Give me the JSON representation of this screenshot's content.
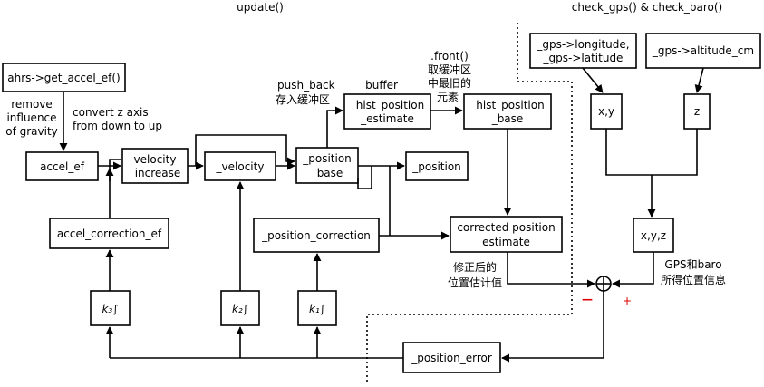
{
  "headings": {
    "update": "update()",
    "check": "check_gps() & check_baro()"
  },
  "boxes": {
    "ahrs": "ahrs->get_accel_ef()",
    "accel_ef": "accel_ef",
    "velocity_increase": [
      "velocity",
      "_increase"
    ],
    "velocity": "_velocity",
    "position_base": [
      "_position",
      "_base"
    ],
    "position": "_position",
    "hist_estimate": [
      "_hist_position",
      "_estimate"
    ],
    "hist_base": [
      "_hist_position",
      "_base"
    ],
    "accel_correction": "accel_correction_ef",
    "position_correction": "_position_correction",
    "corrected": [
      "corrected position",
      "estimate"
    ],
    "k3": "k₃∫",
    "k2": "k₂∫",
    "k1": "k₁∫",
    "position_error": "_position_error",
    "gps": [
      "_gps->longitude,",
      "_gps->latitude"
    ],
    "baro": "_gps->altitude_cm",
    "xy": "x,y",
    "z": "z",
    "xyz": "x,y,z"
  },
  "labels": {
    "remove_gravity": [
      "remove",
      "influence",
      "of gravity"
    ],
    "convert_z": [
      "convert z axis",
      "from down to up"
    ],
    "push_back": [
      "push_back",
      "存入缓冲区"
    ],
    "buffer": "buffer",
    "front": [
      ".front()",
      "取缓冲区",
      "中最旧的",
      "元素"
    ],
    "corrected_note": [
      "修正后的",
      "位置估计值"
    ],
    "gps_note": [
      "GPS和baro",
      "所得位置信息"
    ]
  },
  "signs": {
    "minus": "—",
    "plus": "+"
  },
  "colors": {
    "line": "#000000",
    "sign": "#e00000"
  }
}
